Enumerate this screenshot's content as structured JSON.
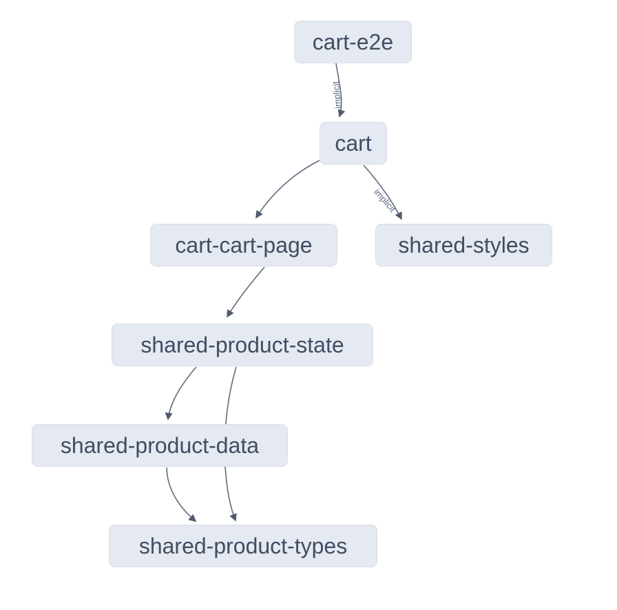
{
  "diagram": {
    "type": "dependency-graph",
    "nodes": [
      {
        "id": "cart-e2e",
        "label": "cart-e2e"
      },
      {
        "id": "cart",
        "label": "cart"
      },
      {
        "id": "cart-cart-page",
        "label": "cart-cart-page"
      },
      {
        "id": "shared-styles",
        "label": "shared-styles"
      },
      {
        "id": "shared-product-state",
        "label": "shared-product-state"
      },
      {
        "id": "shared-product-data",
        "label": "shared-product-data"
      },
      {
        "id": "shared-product-types",
        "label": "shared-product-types"
      }
    ],
    "edges": [
      {
        "from": "cart-e2e",
        "to": "cart",
        "label": "implicit"
      },
      {
        "from": "cart",
        "to": "cart-cart-page"
      },
      {
        "from": "cart",
        "to": "shared-styles",
        "label": "implicit"
      },
      {
        "from": "cart-cart-page",
        "to": "shared-product-state"
      },
      {
        "from": "shared-product-state",
        "to": "shared-product-data"
      },
      {
        "from": "shared-product-state",
        "to": "shared-product-types"
      },
      {
        "from": "shared-product-data",
        "to": "shared-product-types"
      }
    ],
    "colors": {
      "background": "#ffffff",
      "node_fill": "#e5e9f1",
      "node_border": "#d8dde8",
      "node_text": "#414d63",
      "edge_stroke": "#5f6a7f",
      "edge_label": "#5d6980",
      "arrowhead": "#505b70"
    }
  }
}
